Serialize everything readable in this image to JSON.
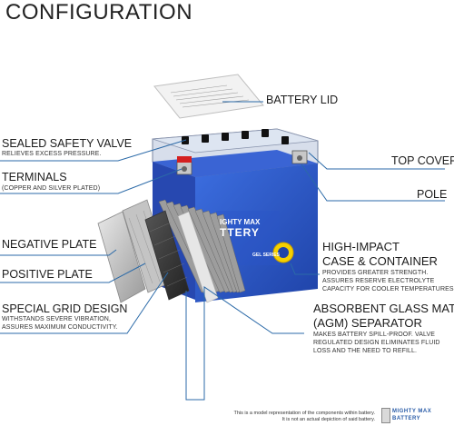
{
  "title": "CONFIGURATION",
  "labels": {
    "battery_lid": "BATTERY LID",
    "sealed_safety_valve": "SEALED SAFETY VALVE",
    "sealed_safety_valve_sub": "RELIEVES EXCESS PRESSURE.",
    "top_cover": "TOP COVER",
    "terminals": "TERMINALS",
    "terminals_sub": "(COPPER AND SILVER PLATED)",
    "pole": "POLE",
    "negative_plate": "NEGATIVE PLATE",
    "high_impact_1": "HIGH-IMPACT",
    "high_impact_2": "CASE & CONTAINER",
    "high_impact_sub_1": "PROVIDES GREATER STRENGTH.",
    "high_impact_sub_2": "ASSURES RESERVE ELECTROLYTE",
    "high_impact_sub_3": "CAPACITY FOR COOLER TEMPERATURES.",
    "positive_plate": "POSITIVE PLATE",
    "special_grid": "SPECIAL GRID DESIGN",
    "special_grid_sub_1": "WITHSTANDS SEVERE VIBRATION,",
    "special_grid_sub_2": "ASSURES MAXIMUM CONDUCTIVITY.",
    "agm_1": "ABSORBENT GLASS MAT",
    "agm_2": "(AGM) SEPARATOR",
    "agm_sub_1": "MAKES BATTERY SPILL-PROOF. VALVE",
    "agm_sub_2": "REGULATED DESIGN ELIMINATES FLUID",
    "agm_sub_3": "LOSS AND THE NEED TO REFILL."
  },
  "battery_text": {
    "brand_line_1": "IGHTY MAX",
    "brand_line_2": "TTERY",
    "series": "GEL SERIES"
  },
  "footer": {
    "note_1": "This is a model representation of the components within battery.",
    "note_2": "It is not an actual depiction of said battery.",
    "logo_line_1": "MIGHTY MAX",
    "logo_line_2": "BATTERY"
  },
  "colors": {
    "accent_line": "#2b6aa8",
    "battery_blue": "#2f56c8",
    "lid_white": "#f0f0f0",
    "terminal_red": "#d42020"
  }
}
